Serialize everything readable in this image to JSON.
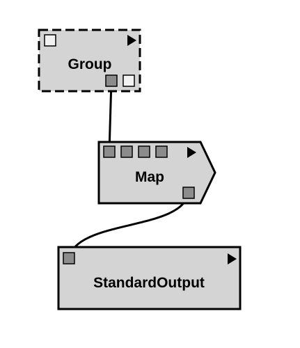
{
  "colors": {
    "node_fill": "#d4d4d4",
    "port_filled": "#8c8c8c",
    "port_empty": "#f2f2f2",
    "stroke": "#000000",
    "background": "#ffffff"
  },
  "nodes": {
    "group": {
      "label": "Group",
      "style": "dashed-border",
      "input_ports": [
        "empty"
      ],
      "output_ports": [
        "filled",
        "empty"
      ],
      "run_icon": "play-triangle-icon"
    },
    "map": {
      "label": "Map",
      "style": "arrow-pentagon",
      "input_ports": [
        "filled",
        "filled",
        "filled",
        "filled"
      ],
      "output_ports": [
        "filled"
      ],
      "run_icon": "play-triangle-icon"
    },
    "standard_output": {
      "label": "StandardOutput",
      "style": "solid-border",
      "input_ports": [
        "filled"
      ],
      "output_ports": [],
      "run_icon": "play-triangle-icon"
    }
  },
  "connections": [
    {
      "from": "group.output.0",
      "to": "map.input.0"
    },
    {
      "from": "map.output.0",
      "to": "standard_output.input.0"
    }
  ]
}
